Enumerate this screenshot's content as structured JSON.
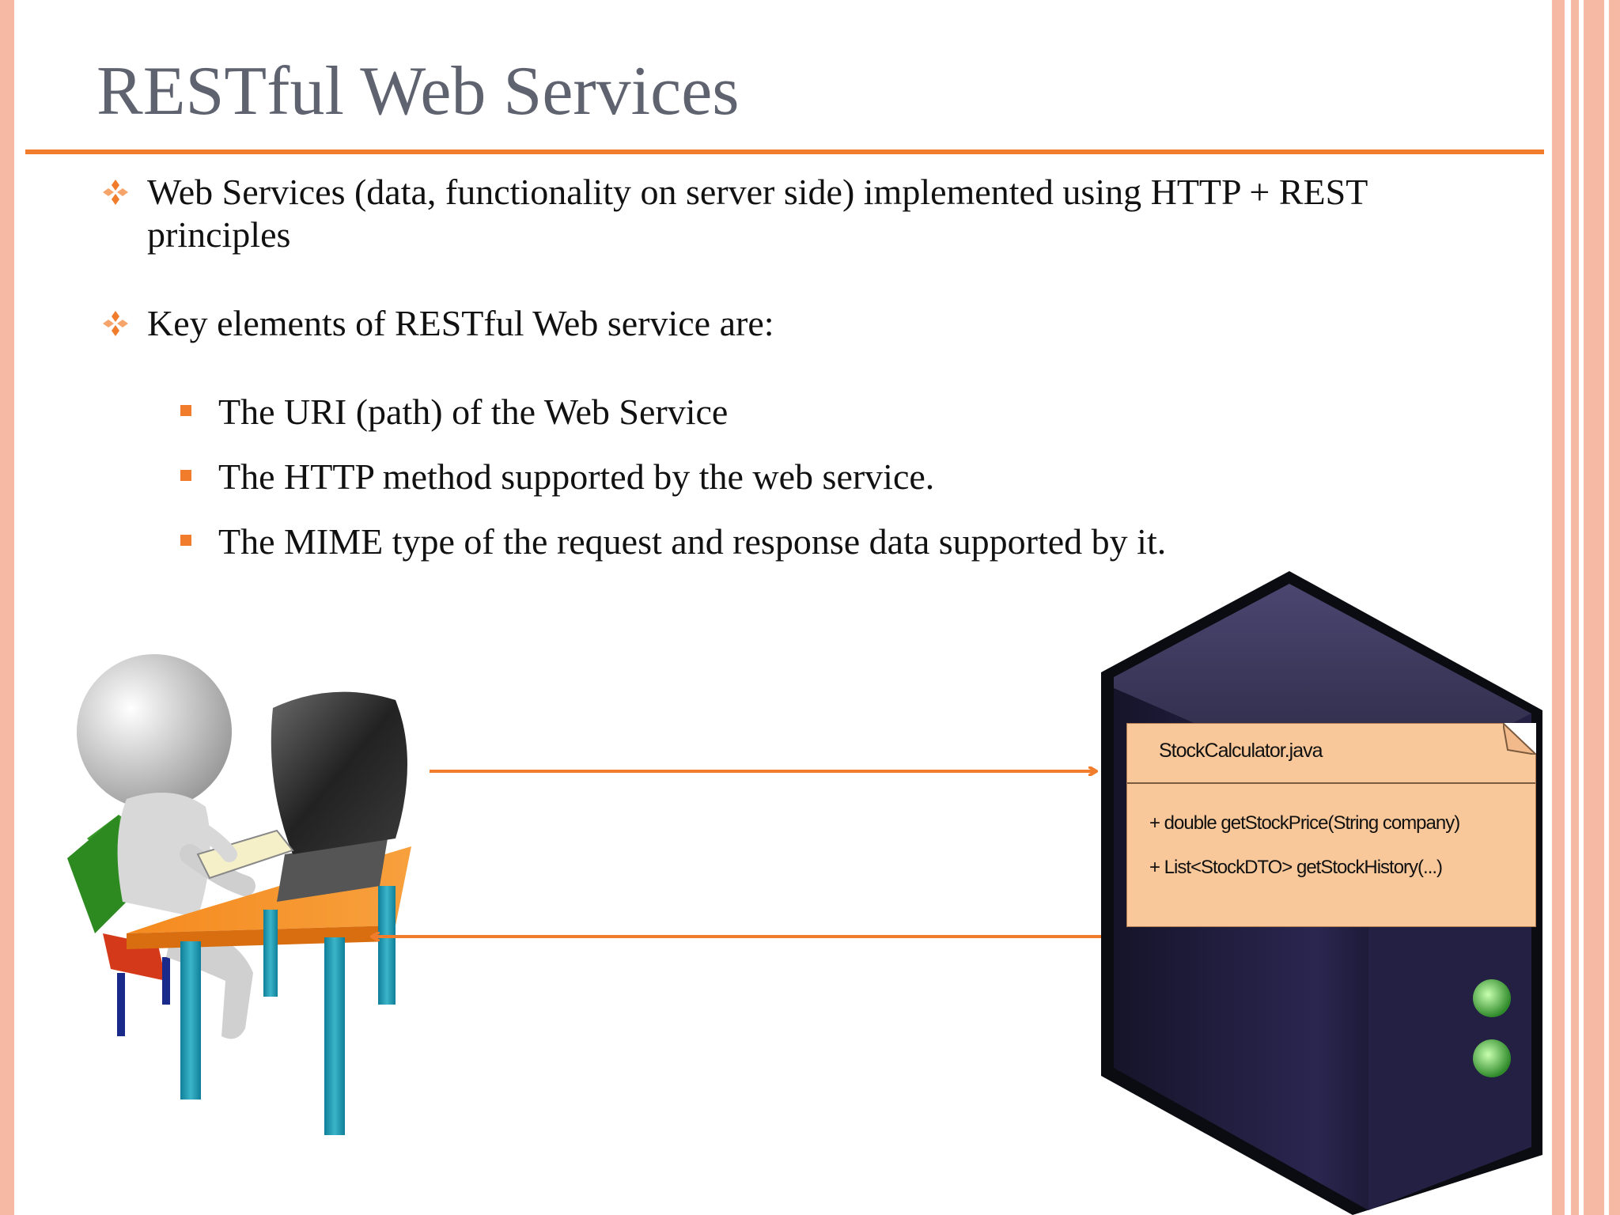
{
  "slide": {
    "title": "RESTful Web Services",
    "bullets": [
      "Web Services (data, functionality on server side) implemented using HTTP + REST principles",
      "Key elements of RESTful Web service are:"
    ],
    "sub_bullets": [
      "The URI (path) of the Web Service",
      "The HTTP method supported by the web service.",
      "The MIME type of the request and response data supported by it."
    ]
  },
  "uml_class": {
    "name": "StockCalculator.java",
    "operations": [
      "+ double getStockPrice(String company)",
      "+ List<StockDTO> getStockHistory(...)"
    ]
  },
  "colors": {
    "accent": "#f07c2c",
    "frame": "#f6b9a3",
    "title": "#5f6370",
    "uml_fill": "#f9c89a",
    "server_body": "#1c1a33"
  },
  "icons": [
    "diamond-bullet-icon",
    "square-bullet-icon",
    "user-at-computer-illustration",
    "server-illustration",
    "request-arrow",
    "response-arrow"
  ]
}
